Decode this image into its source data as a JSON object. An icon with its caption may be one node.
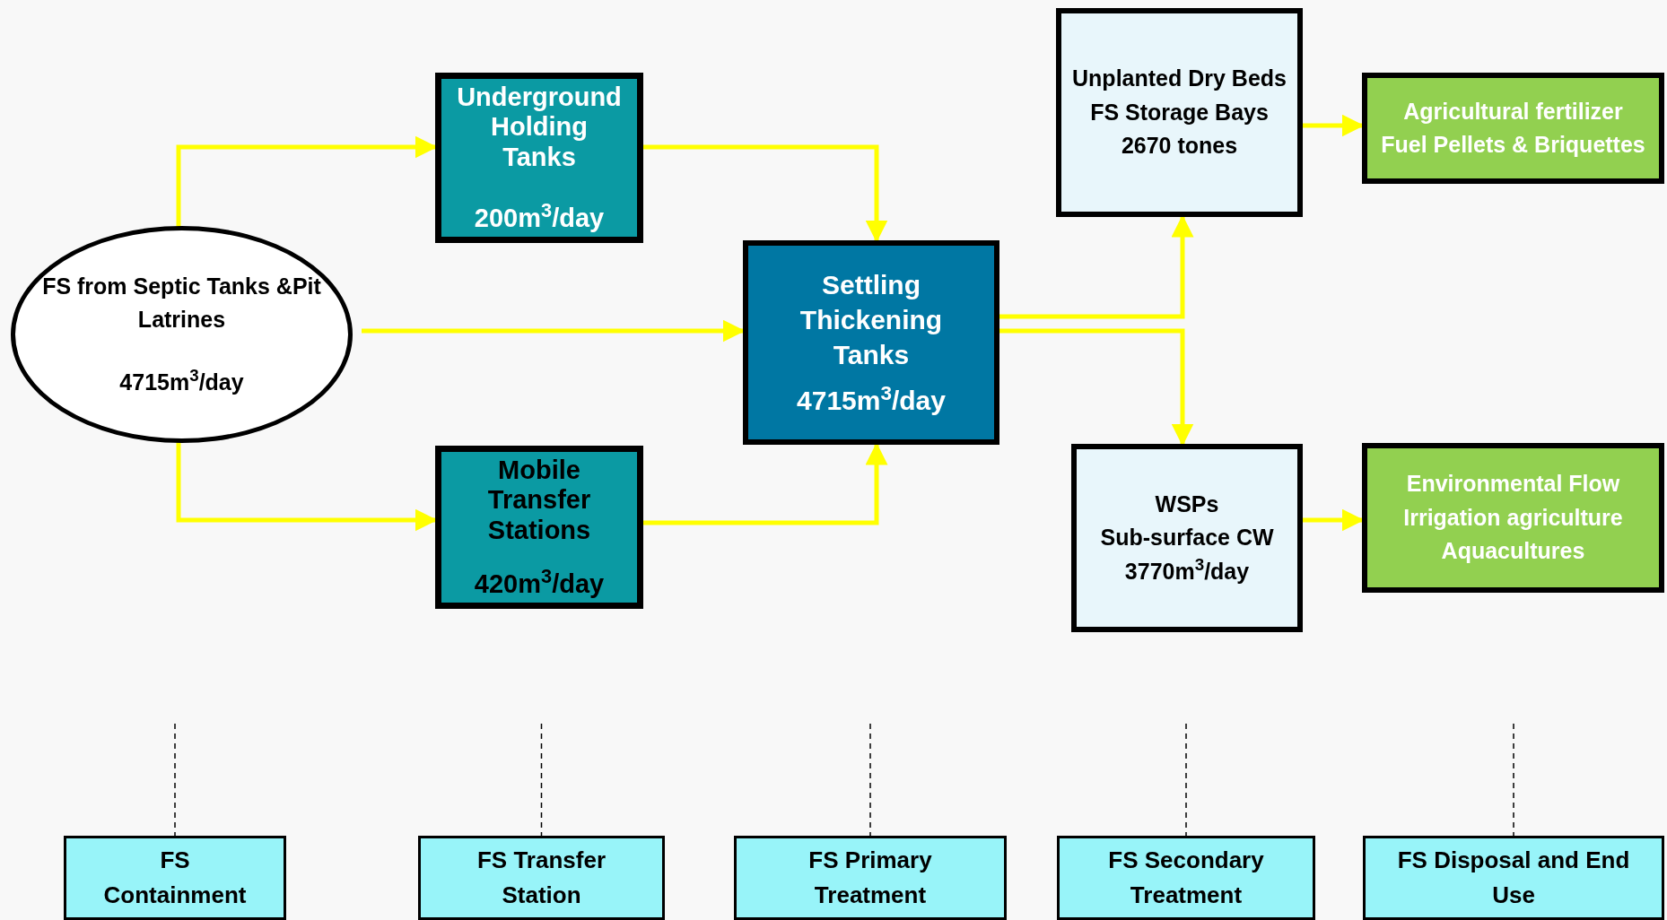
{
  "diagram": {
    "nodes": [
      {
        "text": [
          "FS from Septic Tanks &Pit Latrines",
          "4715m$^{3}$/day"
        ]
      },
      {
        "text": [
          "Underground Holding Tanks",
          "200m$^{3}$/day"
        ]
      },
      {
        "text": [
          "Mobile Transfer Stations",
          "420m$^{3}$/day"
        ]
      },
      {
        "text": [
          "Settling Thickening Tanks",
          "4715m$^{3}$/day"
        ]
      },
      {
        "text": [
          "Unplanted Dry Beds",
          "FS Storage Bays",
          "2670 tones"
        ]
      },
      {
        "text": [
          "WSPs",
          "Sub-surface CW",
          "3770m$^{3}$/day"
        ]
      },
      {
        "text": [
          "Agricultural fertilizer",
          "Fuel Pellets & Briquettes"
        ]
      },
      {
        "text": [
          "Environmental Flow",
          "Irrigation agriculture",
          "Aquacultures"
        ]
      },
      {
        "text": [
          "FS Containment"
        ]
      },
      {
        "text": [
          "FS Transfer Station"
        ]
      },
      {
        "text": [
          "FS Primary Treatment"
        ]
      },
      {
        "text": [
          "FS Secondary Treatment"
        ]
      },
      {
        "text": [
          "FS Disposal and End Use"
        ]
      }
    ],
    "edges": [
      {
        "from": 0,
        "to": 1,
        "arrow": "to"
      },
      {
        "from": 0,
        "to": 3,
        "arrow": "to"
      },
      {
        "from": 0,
        "to": 2,
        "arrow": "to"
      },
      {
        "from": 1,
        "to": 3,
        "arrow": "to"
      },
      {
        "from": 2,
        "to": 3,
        "arrow": "to"
      },
      {
        "from": 3,
        "to": 4,
        "arrow": "to"
      },
      {
        "from": 3,
        "to": 5,
        "arrow": "to"
      },
      {
        "from": 4,
        "to": 6,
        "arrow": "to"
      },
      {
        "from": 5,
        "to": 7,
        "arrow": "to"
      },
      {
        "from": null,
        "to": 8,
        "arrow": "none",
        "style": "dashed",
        "color": "#000000"
      },
      {
        "from": null,
        "to": 9,
        "arrow": "none",
        "style": "dashed",
        "color": "#000000"
      },
      {
        "from": null,
        "to": 10,
        "arrow": "none",
        "style": "dashed",
        "color": "#000000"
      },
      {
        "from": null,
        "to": 11,
        "arrow": "none",
        "style": "dashed",
        "color": "#000000"
      },
      {
        "from": null,
        "to": 12,
        "arrow": "none",
        "style": "dashed",
        "color": "#000000"
      }
    ]
  }
}
